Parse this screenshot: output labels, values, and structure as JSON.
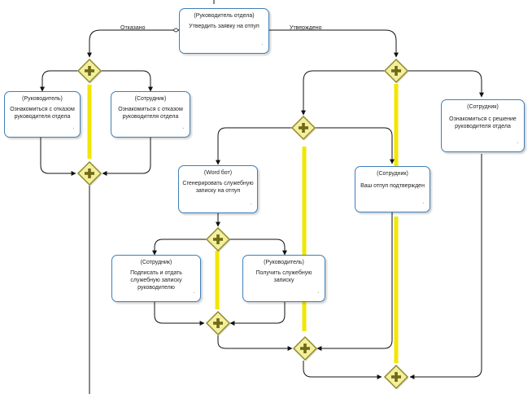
{
  "tasks": [
    {
      "id": "t1",
      "role": "(Руководитель отдела)",
      "title": "Утвердить заявку на отпуп",
      "dot": "."
    },
    {
      "id": "t2",
      "role": "(Руководитель)",
      "title": "Ознакомиться с отказом руководителя отдела",
      "dot": "."
    },
    {
      "id": "t3",
      "role": "(Сотрудник)",
      "title": "Ознакомиться с отказом руководителя отдела",
      "dot": "."
    },
    {
      "id": "t4",
      "role": "(Сотрудник)",
      "title": "Ознакомиться с решение руководителя отдела",
      "dot": "."
    },
    {
      "id": "t5",
      "role": "(Word бот)",
      "title": "Сгенерировать служебную записку на отпуп",
      "dot": "."
    },
    {
      "id": "t6",
      "role": "(Сотрудник)",
      "title": "Ваш отпуп подтвержден",
      "dot": "."
    },
    {
      "id": "t7",
      "role": "(Сотрудник)",
      "title": "Подписать и отдать служебную записку руководителю",
      "dot": "."
    },
    {
      "id": "t8",
      "role": "(Руководитель)",
      "title": "Получить служебную записку",
      "dot": "."
    }
  ],
  "edge_labels": {
    "rejected": "Отказано",
    "approved": "Утверждено"
  },
  "colors": {
    "task_border": "#3f7fb8",
    "gateway_fill": "#f3ef9c",
    "gateway_border": "#8f8a2c",
    "gateway_plus": "#6f6a18",
    "sync_bar": "#f2e600",
    "flow_line": "#111111"
  },
  "icons": {
    "gateway": "parallel-gateway-plus-icon",
    "arrow": "arrowhead-icon"
  }
}
